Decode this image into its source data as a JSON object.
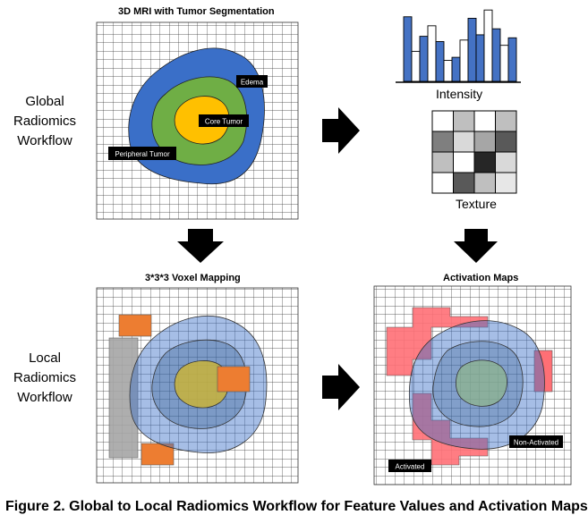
{
  "titles": {
    "mri": "3D MRI with Tumor Segmentation",
    "voxel": "3*3*3 Voxel Mapping",
    "activation": "Activation Maps"
  },
  "row_labels": {
    "global": [
      "Global",
      "Radiomics",
      "Workflow"
    ],
    "local": [
      "Local",
      "Radiomics",
      "Workflow"
    ]
  },
  "segment_labels": {
    "edema": "Edema",
    "core": "Core Tumor",
    "peripheral": "Peripheral Tumor"
  },
  "features": {
    "intensity": "Intensity",
    "texture": "Texture"
  },
  "activation_labels": {
    "activated": "Activated",
    "non_activated": "Non-Activated"
  },
  "caption": "Figure 2. Global to Local Radiomics Workflow for Feature Values and Activation Maps",
  "colors": {
    "edema": "#3a6fc8",
    "peripheral": "#6fae45",
    "core": "#ffc000",
    "orange": "#ed7d31",
    "activated": "#ff6f75",
    "gray": "#a6a6a6",
    "histogram_blue": "#4472c4"
  },
  "histogram": {
    "bars": [
      {
        "fill": "blue",
        "height": 0.86
      },
      {
        "fill": "white",
        "height": 0.4
      },
      {
        "fill": "blue",
        "height": 0.6
      },
      {
        "fill": "white",
        "height": 0.74
      },
      {
        "fill": "blue",
        "height": 0.53
      },
      {
        "fill": "white",
        "height": 0.28
      },
      {
        "fill": "blue",
        "height": 0.32
      },
      {
        "fill": "white",
        "height": 0.55
      },
      {
        "fill": "blue",
        "height": 0.84
      },
      {
        "fill": "blue",
        "height": 0.62
      },
      {
        "fill": "white",
        "height": 0.95
      },
      {
        "fill": "blue",
        "height": 0.7
      },
      {
        "fill": "white",
        "height": 0.48
      },
      {
        "fill": "blue",
        "height": 0.58
      }
    ]
  },
  "texture_matrix": [
    [
      "#ffffff",
      "#bfbfbf",
      "#ffffff",
      "#bfbfbf"
    ],
    [
      "#7f7f7f",
      "#d9d9d9",
      "#a6a6a6",
      "#595959"
    ],
    [
      "#bfbfbf",
      "#ffffff",
      "#262626",
      "#d9d9d9"
    ],
    [
      "#ffffff",
      "#595959",
      "#bfbfbf",
      "#e7e7e7"
    ]
  ]
}
